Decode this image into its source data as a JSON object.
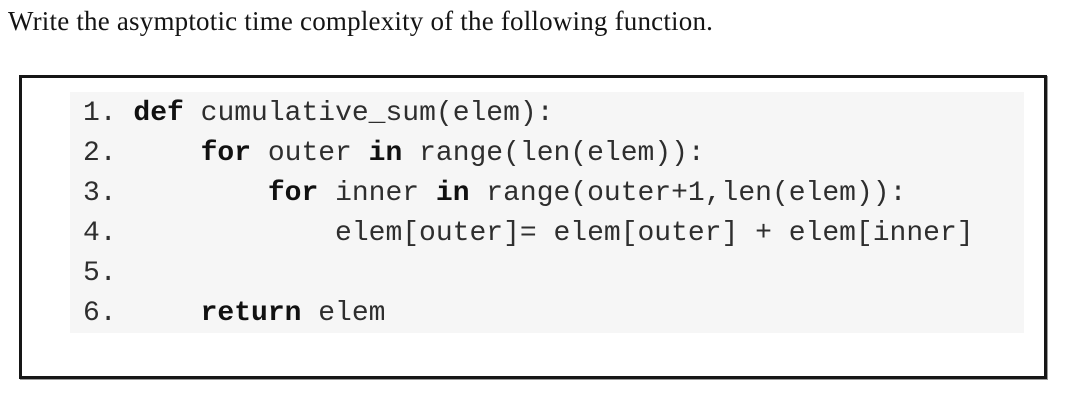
{
  "question": {
    "prompt": "Write the asymptotic time complexity of the following function."
  },
  "code_block": {
    "language": "python",
    "background_color": "#f6f6f6",
    "border_color": "#161616",
    "keyword_style": "bold",
    "lines": [
      {
        "number": "1.",
        "indent": 0,
        "segments": [
          {
            "text": "def",
            "bold": true
          },
          {
            "text": " cumulative_sum(elem):",
            "bold": false
          }
        ]
      },
      {
        "number": "2.",
        "indent": 4,
        "segments": [
          {
            "text": "for",
            "bold": true
          },
          {
            "text": " outer ",
            "bold": false
          },
          {
            "text": "in",
            "bold": true
          },
          {
            "text": " range(len(elem)):",
            "bold": false
          }
        ]
      },
      {
        "number": "3.",
        "indent": 8,
        "segments": [
          {
            "text": "for",
            "bold": true
          },
          {
            "text": " inner ",
            "bold": false
          },
          {
            "text": "in",
            "bold": true
          },
          {
            "text": " range(outer+1,len(elem)):",
            "bold": false
          }
        ]
      },
      {
        "number": "4.",
        "indent": 12,
        "segments": [
          {
            "text": "elem[outer]= elem[outer] + elem[inner]",
            "bold": false
          }
        ]
      },
      {
        "number": "5.",
        "indent": 0,
        "segments": []
      },
      {
        "number": "6.",
        "indent": 4,
        "segments": [
          {
            "text": "return",
            "bold": true
          },
          {
            "text": " elem",
            "bold": false
          }
        ]
      }
    ]
  }
}
